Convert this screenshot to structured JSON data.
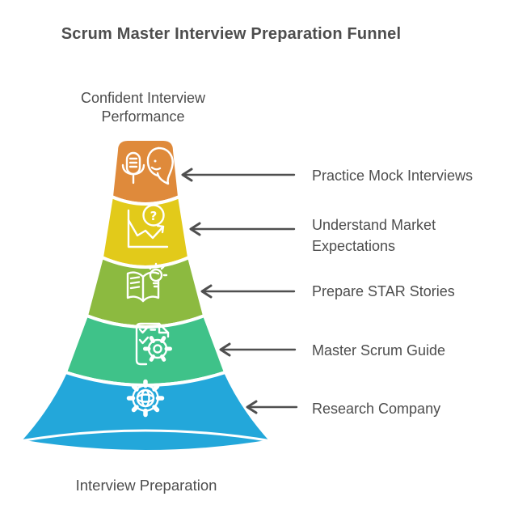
{
  "title": "Scrum Master Interview Preparation Funnel",
  "top_label": "Confident Interview Performance",
  "bottom_label": "Interview Preparation",
  "colors": {
    "background": "#ffffff",
    "text": "#4d4d4d",
    "arrow": "#4f4f4f",
    "funnel_outline": "#ffffff"
  },
  "funnel": {
    "segments": [
      {
        "label": "Practice Mock Interviews",
        "color": "#df8a3b",
        "icon": "interview-woman-microphone-icon"
      },
      {
        "label": "Understand Market Expectations",
        "color": "#e2ca1a",
        "icon": "chart-question-icon",
        "icon_glyph": "?"
      },
      {
        "label": "Prepare STAR Stories",
        "color": "#8cba40",
        "icon": "open-book-lightbulb-icon"
      },
      {
        "label": "Master Scrum Guide",
        "color": "#3fc289",
        "icon": "checklist-gear-icon"
      },
      {
        "label": "Research Company",
        "color": "#23a7da",
        "icon": "globe-gear-icon"
      }
    ]
  }
}
